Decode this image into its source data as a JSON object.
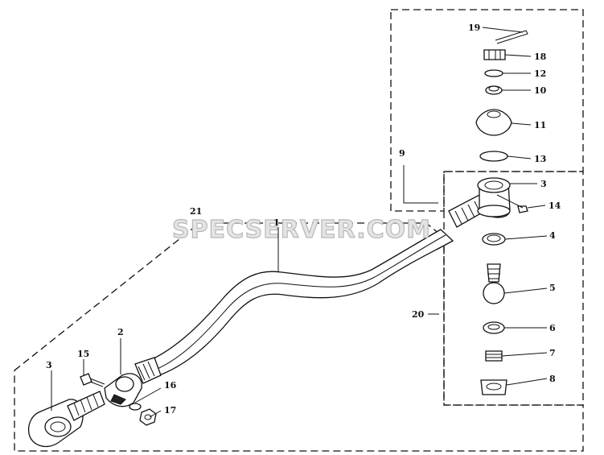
{
  "watermark": "SPECSERVER.COM",
  "callouts": {
    "c1": "1",
    "c2": "2",
    "c3a": "3",
    "c3b": "3",
    "c4": "4",
    "c5": "5",
    "c6": "6",
    "c7": "7",
    "c8": "8",
    "c9": "9",
    "c10": "10",
    "c11": "11",
    "c12": "12",
    "c13": "13",
    "c14": "14",
    "c15": "15",
    "c16": "16",
    "c17": "17",
    "c18": "18",
    "c19": "19",
    "c20": "20",
    "c21": "21"
  }
}
